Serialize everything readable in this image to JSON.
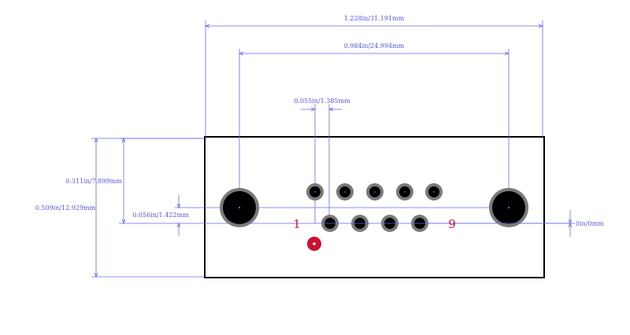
{
  "colors": {
    "dimension": "#6666ee",
    "outline": "#000000",
    "pad_ring": "#7a7a7a",
    "pad_hole": "#000000",
    "pin1_marker": "#cc1133",
    "pin_label": "#cc1133",
    "background": "#ffffff"
  },
  "dimensions": {
    "overall_width": "1.228in/31.191mm",
    "mount_spacing": "0.984in/24.994mm",
    "pin_pitch": "0.055in/1.385mm",
    "overall_height": "0.509in/12.929mm",
    "mount_offset": "0.311in/7.899mm",
    "row_spacing": "0.056in/1.422mm",
    "zero_offset": "0in/0mm"
  },
  "pin_labels": {
    "first": "1",
    "last": "9"
  },
  "pads": {
    "top_row_count": 5,
    "bottom_row_count": 4,
    "mounting_hole_count": 2
  }
}
